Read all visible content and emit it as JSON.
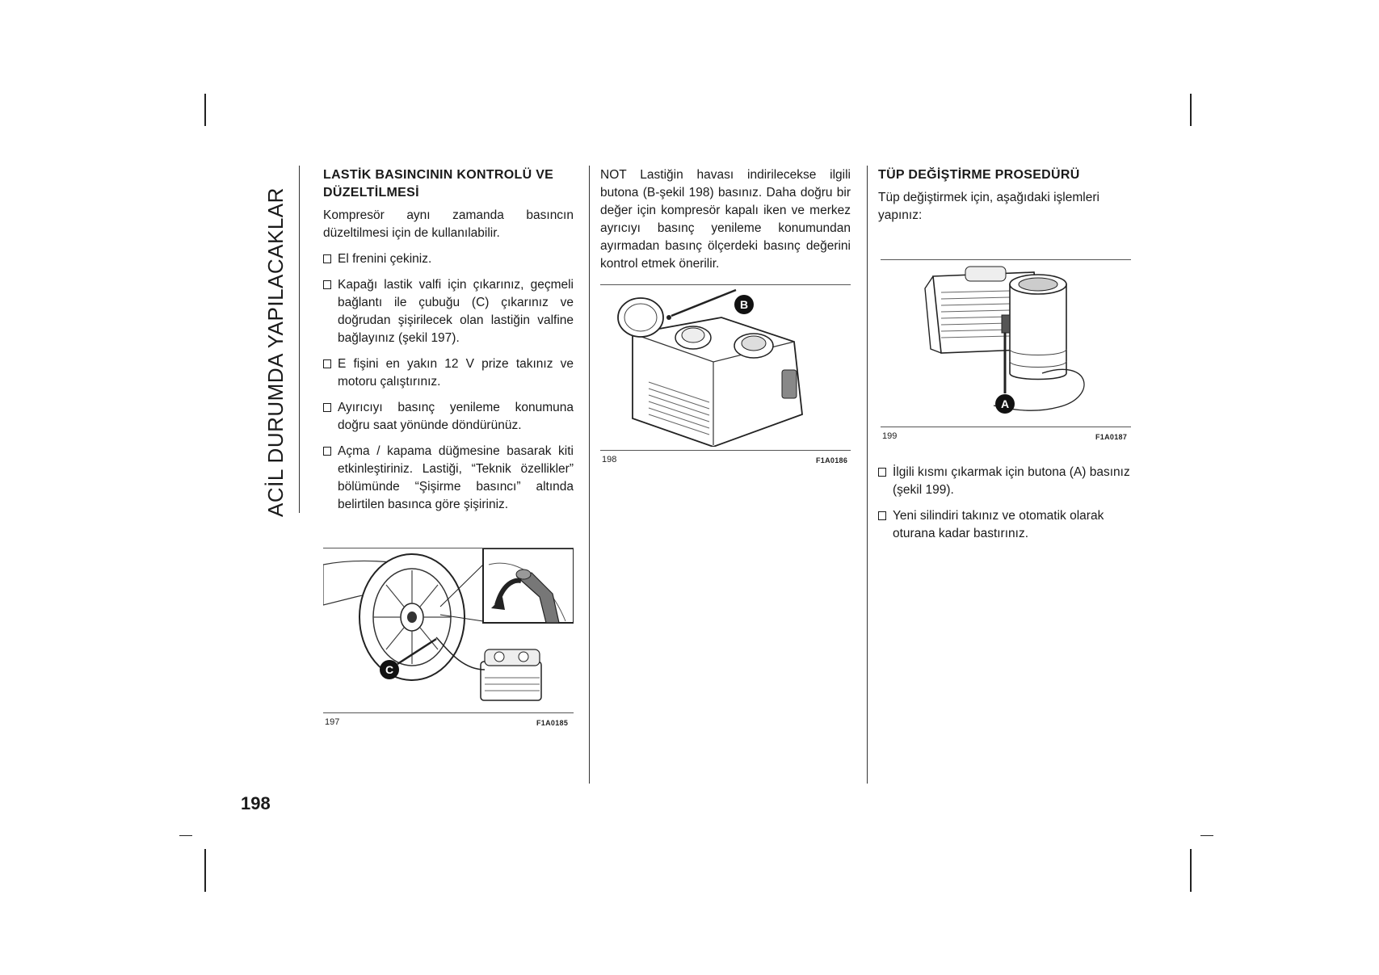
{
  "section_title": "ACİL DURUMDA YAPILACAKLAR",
  "page_number": "198",
  "column1": {
    "heading": "LASTİK BASINCININ KONTROLÜ VE DÜZELTİLMESİ",
    "intro": "Kompresör aynı zamanda basıncın düzeltilmesi için de kullanılabilir.",
    "bullets": [
      "El frenini çekiniz.",
      "Kapağı lastik valfi için çıkarınız, geçmeli bağlantı ile çubuğu (C) çıkarınız ve doğrudan şişirilecek olan lastiğin valfine bağlayınız (şekil 197).",
      "E fişini en yakın 12 V prize takınız ve motoru çalıştırınız.",
      "Ayırıcıyı basınç yenileme konumuna doğru saat yönünde döndürünüz.",
      "Açma / kapama düğmesine basarak kiti etkinleştiriniz. Lastiği, “Teknik özellikler” bölümünde “Şişirme basıncı” altında belirtilen basınca göre şişiriniz."
    ],
    "figure": {
      "number": "197",
      "code": "F1A0185",
      "callout": "C"
    }
  },
  "column2": {
    "note": "NOT Lastiğin havası indirilecekse ilgili butona (B-şekil 198) basınız. Daha doğru bir değer için kompresör kapalı iken ve merkez ayrıcıyı basınç yenileme konumundan ayırmadan basınç ölçerdeki basınç değerini kontrol etmek önerilir.",
    "figure": {
      "number": "198",
      "code": "F1A0186",
      "callout": "B"
    }
  },
  "column3": {
    "heading": "TÜP DEĞİŞTİRME PROSEDÜRÜ",
    "intro": "Tüp değiştirmek için, aşağıdaki işlemleri yapınız:",
    "figure": {
      "number": "199",
      "code": "F1A0187",
      "callout": "A"
    },
    "bullets": [
      "İlgili kısmı çıkarmak için butona (A) basınız (şekil 199).",
      "Yeni silindiri takınız ve otomatik olarak oturana kadar bastırınız."
    ]
  }
}
